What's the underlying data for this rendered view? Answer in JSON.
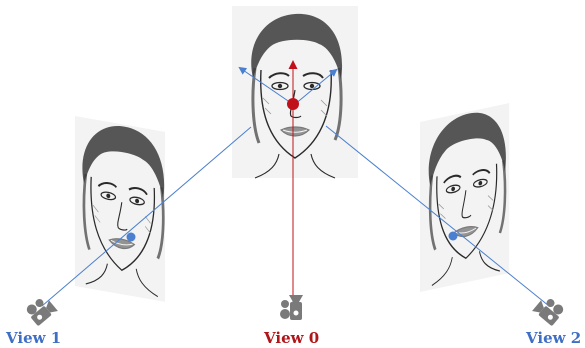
{
  "views": [
    {
      "label": "View 0",
      "color": "#b0151a"
    },
    {
      "label": "View 1",
      "color": "#3f6fc4"
    },
    {
      "label": "View 2",
      "color": "#3f6fc4"
    }
  ],
  "icons": {
    "camera_icon": "video-camera-icon",
    "face_image": "face-sketch"
  },
  "colors": {
    "center_ray": "#c0111a",
    "side_ray": "#4b7fcf",
    "sketch_ink": "#2a2a2a",
    "camera_gray": "#7a7a7a"
  }
}
